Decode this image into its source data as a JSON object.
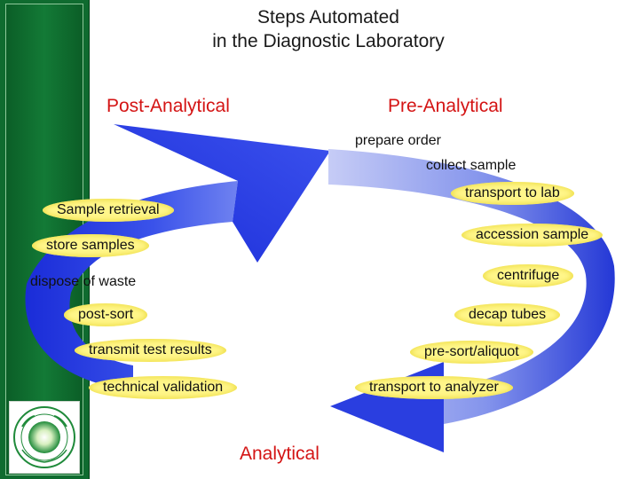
{
  "title": {
    "line1": "Steps Automated",
    "line2": "in the Diagnostic Laboratory"
  },
  "phases": {
    "post": "Post-Analytical",
    "pre": "Pre-Analytical",
    "analytical": "Analytical"
  },
  "pre_steps": {
    "prepare_order": "prepare order",
    "collect_sample": "collect sample",
    "transport_to_lab": "transport to lab",
    "accession_sample": "accession sample",
    "centrifuge": "centrifuge",
    "decap_tubes": "decap tubes",
    "pre_sort_aliquot": "pre-sort/aliquot",
    "transport_to_analyzer": "transport to analyzer"
  },
  "post_steps": {
    "sample_retrieval": "Sample retrieval",
    "store_samples": "store samples",
    "dispose_of_waste": "dispose of waste",
    "post_sort": "post-sort",
    "transmit_test_results": "transmit test results",
    "technical_validation": "technical validation"
  },
  "colors": {
    "arrow_blue": "#2a3ee0",
    "arrow_light": "#b8c0f4",
    "pill_yellow": "#fff68a",
    "phase_red": "#d41414",
    "sidebar_green": "#0f6b2f"
  },
  "icons": {
    "logo": "university-seal-logo"
  }
}
